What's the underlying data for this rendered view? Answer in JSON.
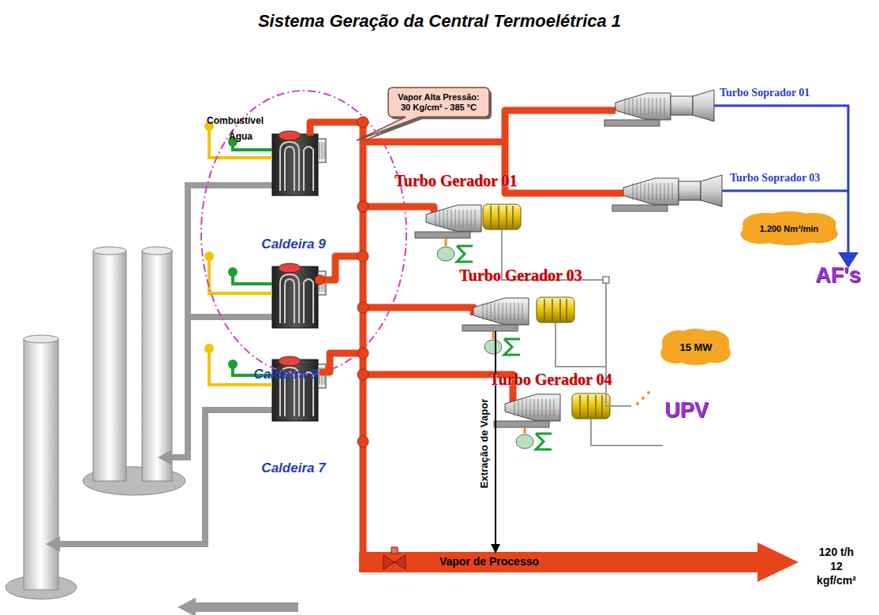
{
  "diagram": {
    "title": "Sistema Geração da Central Termoelétrica 1",
    "nodes": [
      {
        "text": [
          "Vapor Alta Pressão: 30 Kg/cm² - 385 °C"
        ]
      },
      {
        "text": [
          "1.200 Nm³/min"
        ]
      },
      {
        "text": [
          "15 MW"
        ]
      }
    ],
    "labels": [
      "Combustível",
      "Água",
      "Caldeira 9",
      "Caldeira 8",
      "Caldeira 7",
      "Turbo Soprador 01",
      "Turbo Soprador 03",
      "Turbo Gerador 01",
      "Turbo Gerador 03",
      "Turbo Gerador 04",
      "AF's",
      "UPV",
      "Extração de Vapor",
      "Vapor de Processo",
      "120 t/h",
      "12",
      "kgf/cm²"
    ]
  }
}
